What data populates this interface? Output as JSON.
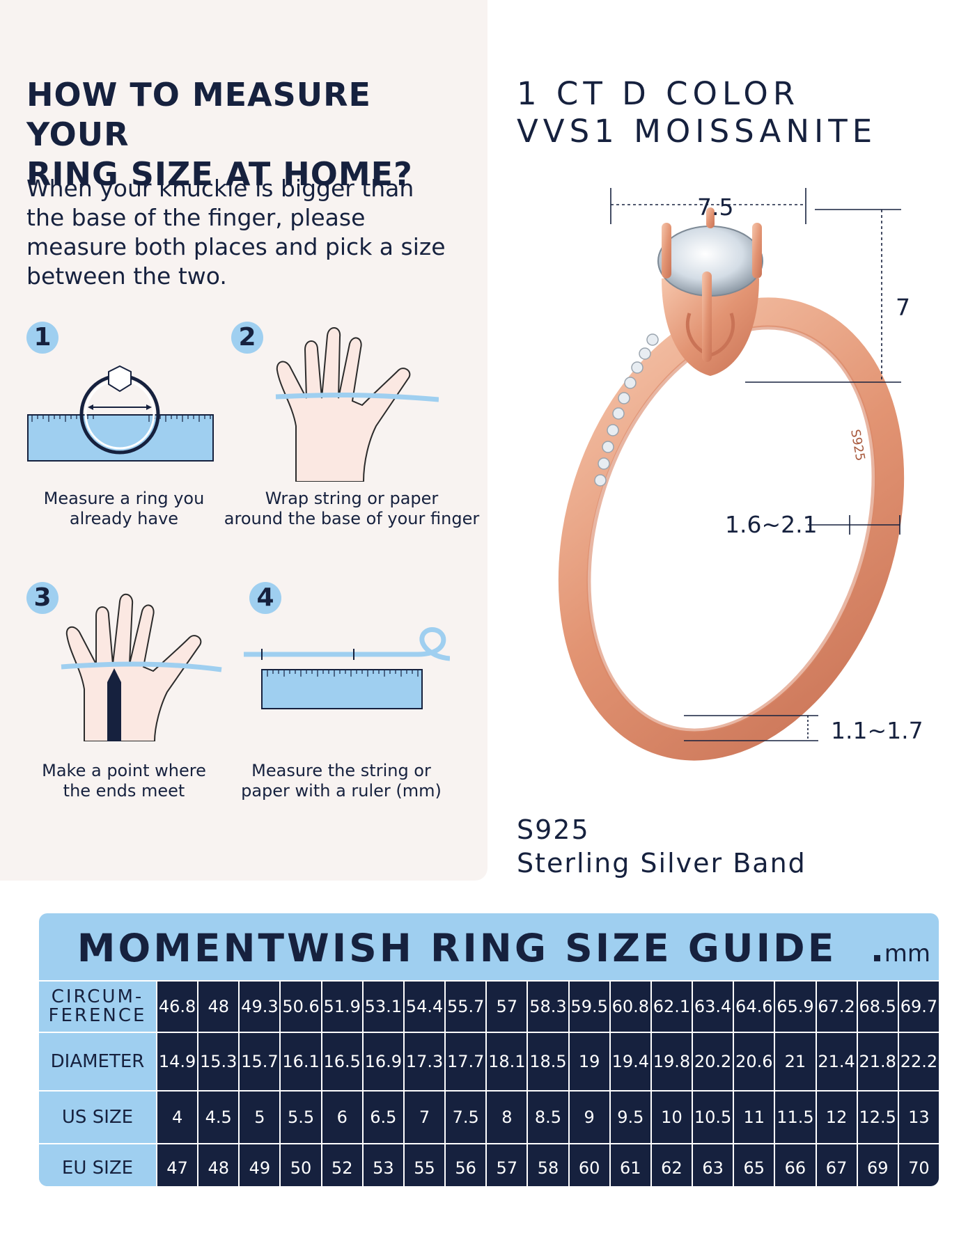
{
  "how_to": {
    "title_line1": "HOW TO MEASURE YOUR",
    "title_line2": "RING SIZE AT HOME?",
    "intro": "When your knuckle is bigger than the base of the finger, please measure both places and pick a size between the two.",
    "steps": [
      {
        "number": "1",
        "caption_line1": "Measure a ring you",
        "caption_line2": "already have"
      },
      {
        "number": "2",
        "caption_line1": "Wrap string or paper",
        "caption_line2": "around the base of your finger"
      },
      {
        "number": "3",
        "caption_line1": "Make a point where",
        "caption_line2": "the ends meet"
      },
      {
        "number": "4",
        "caption_line1": "Measure the string or",
        "caption_line2": "paper with a ruler (mm)"
      }
    ]
  },
  "product": {
    "title_line1": "1 CT D COLOR",
    "title_line2": "VVS1 MOISSANITE",
    "dimensions": {
      "stone_width": "7.5",
      "stone_height": "7",
      "band_width": "1.6~2.1",
      "band_thickness": "1.1~1.7"
    },
    "engraving": "S925",
    "band_line1": "S925",
    "band_line2": "Sterling Silver Band"
  },
  "colors": {
    "navy": "#16213e",
    "light_blue": "#9fcff0",
    "rose_gold": "#e9a98a",
    "panel_bg": "#f8f3f1"
  },
  "guide": {
    "title": "MOMENTWISH RING SIZE GUIDE",
    "unit": "mm",
    "row_labels": {
      "circumference_line1": "CIRCUM-",
      "circumference_line2": "FERENCE",
      "diameter": "DIAMETER",
      "us": "US SIZE",
      "eu": "EU SIZE"
    },
    "circumference": [
      "46.8",
      "48",
      "49.3",
      "50.6",
      "51.9",
      "53.1",
      "54.4",
      "55.7",
      "57",
      "58.3",
      "59.5",
      "60.8",
      "62.1",
      "63.4",
      "64.6",
      "65.9",
      "67.2",
      "68.5",
      "69.7"
    ],
    "diameter": [
      "14.9",
      "15.3",
      "15.7",
      "16.1",
      "16.5",
      "16.9",
      "17.3",
      "17.7",
      "18.1",
      "18.5",
      "19",
      "19.4",
      "19.8",
      "20.2",
      "20.6",
      "21",
      "21.4",
      "21.8",
      "22.2"
    ],
    "us_size": [
      "4",
      "4.5",
      "5",
      "5.5",
      "6",
      "6.5",
      "7",
      "7.5",
      "8",
      "8.5",
      "9",
      "9.5",
      "10",
      "10.5",
      "11",
      "11.5",
      "12",
      "12.5",
      "13"
    ],
    "eu_size": [
      "47",
      "48",
      "49",
      "50",
      "52",
      "53",
      "55",
      "56",
      "57",
      "58",
      "60",
      "61",
      "62",
      "63",
      "65",
      "66",
      "67",
      "69",
      "70"
    ]
  }
}
